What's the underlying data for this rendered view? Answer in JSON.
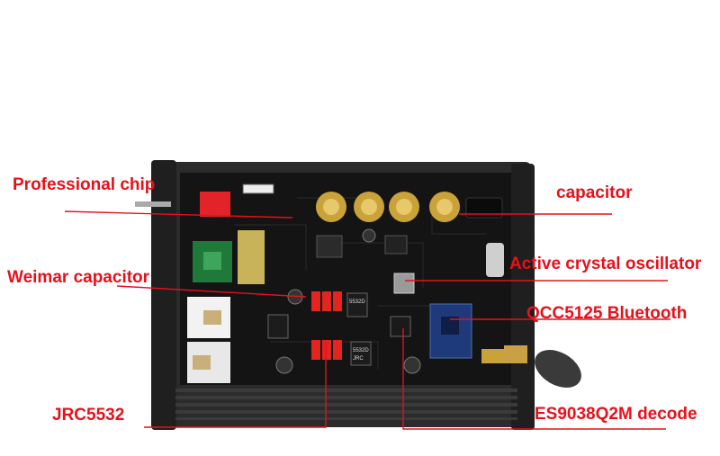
{
  "labels": {
    "professional_chip": "Professional chip",
    "capacitor": "capacitor",
    "weimar_capacitor": "Weimar capacitor",
    "active_crystal_oscillator": "Active crystal oscillator",
    "qcc5125_bluetooth": "QCC5125 Bluetooth",
    "jrc5532": "JRC5532",
    "es9038q2m_decoder": "ES9038Q2M decode"
  },
  "chip_markings": {
    "opamp_1": "5532D",
    "opamp_2": "5532D",
    "opamp_sub": "JRC"
  },
  "colors": {
    "label": "#e8101a",
    "board": "#161616",
    "case": "#2a2a2a"
  }
}
